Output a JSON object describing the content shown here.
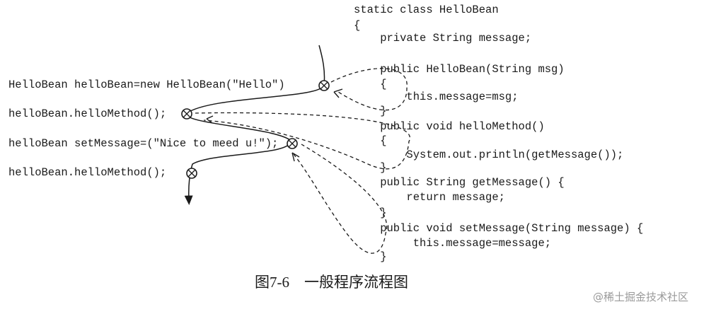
{
  "code_lines": [
    "static class HelloBean",
    "{",
    "    private String message;",
    "    public HelloBean(String msg)",
    "    {",
    "        this.message=msg;",
    "    }",
    "    public void helloMethod()",
    "    {",
    "        System.out.println(getMessage());",
    "    }",
    "    public String getMessage() {",
    "        return message;",
    "    }",
    "    public void setMessage(String message) {",
    "         this.message=message;",
    "    }"
  ],
  "calls": [
    "HelloBean helloBean=new HelloBean(\"Hello\")",
    "helloBean.helloMethod();",
    "helloBean setMessage=(\"Nice to meed u!\");",
    "helloBean.helloMethod();"
  ],
  "caption": "图7-6    一般程序流程图",
  "watermark": "@稀土掘金技术社区"
}
